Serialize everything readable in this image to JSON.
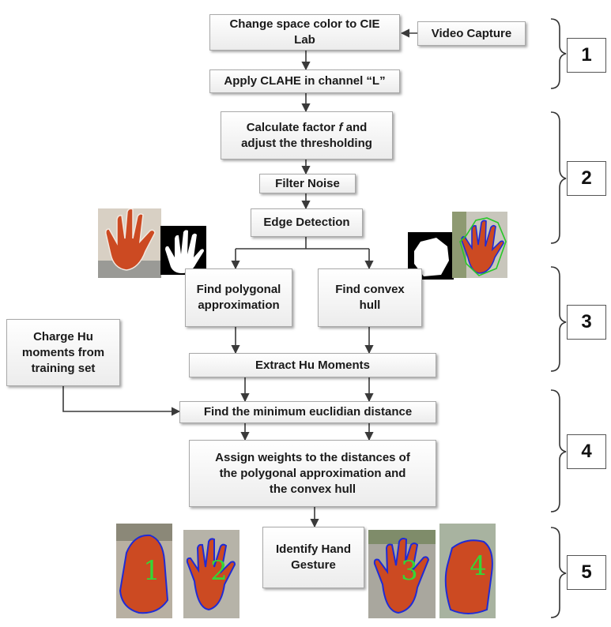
{
  "steps": {
    "change_space": "Change space color to CIE\nLab",
    "video_capture": "Video Capture",
    "apply_clahe": "Apply CLAHE in channel “L”",
    "calc_factor_pre": "Calculate factor ",
    "calc_factor_var": "f",
    "calc_factor_post": " and\nadjust the thresholding",
    "filter_noise": "Filter Noise",
    "edge_detection": "Edge Detection",
    "find_polygonal": "Find polygonal\napproximation",
    "find_convex": "Find convex\nhull",
    "charge_hu": "Charge Hu\nmoments from\ntraining set",
    "extract_hu": "Extract Hu Moments",
    "find_min": "Find the minimum euclidian distance",
    "assign_weights": "Assign weights to the distances of\nthe polygonal approximation and\nthe convex hull",
    "identify": "Identify Hand\nGesture"
  },
  "stages": [
    "1",
    "2",
    "3",
    "4",
    "5"
  ],
  "gesture_labels": [
    "1",
    "2",
    "3",
    "4"
  ],
  "colors": {
    "arrow": "#3a3a3a",
    "skin": "#cc4a22",
    "contour_blue": "#1f2bd6",
    "hull_green": "#28c828",
    "label_green": "#36d636"
  },
  "icons": [
    "hand-photo-icon",
    "hand-mask-icon",
    "hull-mask-icon",
    "hand-hull-photo-icon",
    "gesture-photo-icon"
  ]
}
